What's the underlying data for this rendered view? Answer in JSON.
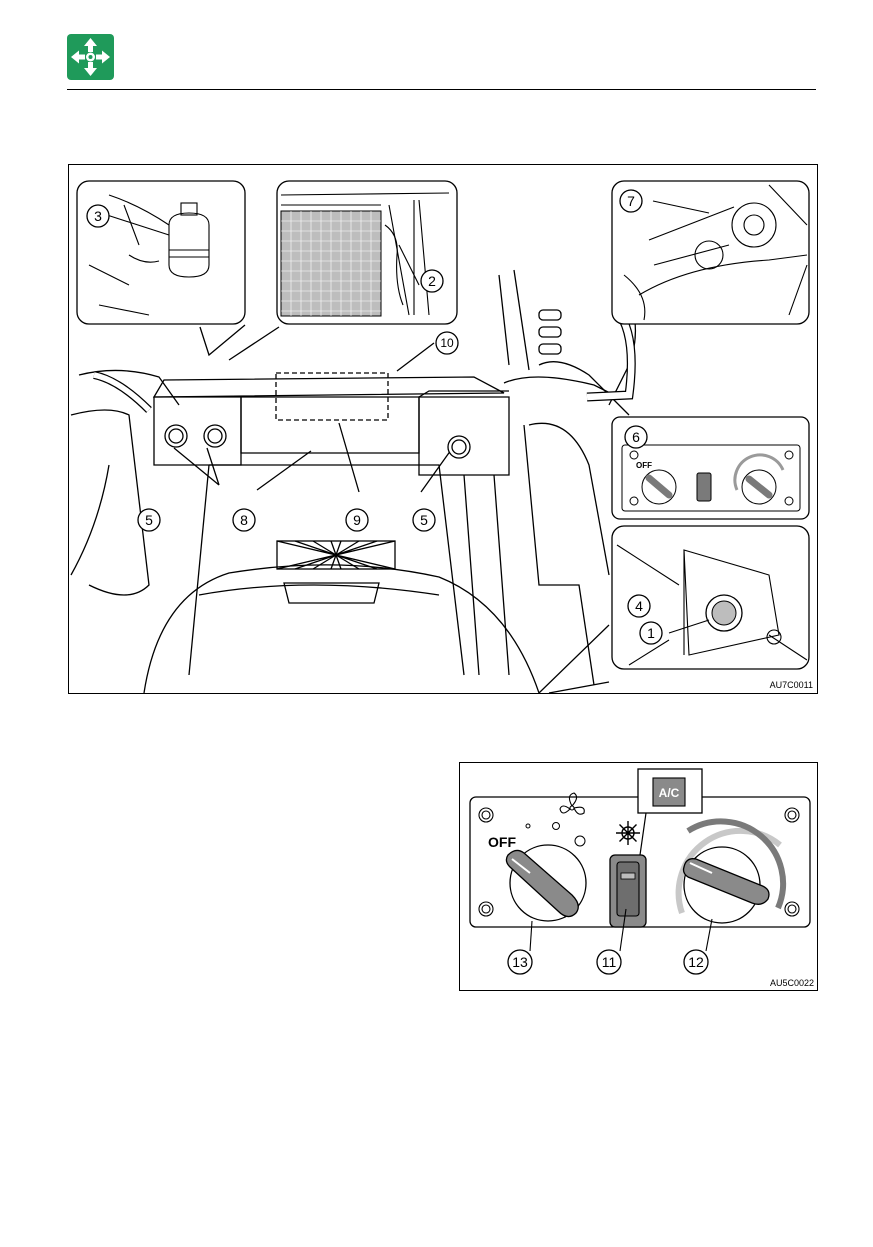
{
  "header": {
    "icon": "four-direction-arrows-icon",
    "icon_color": "#1f9a5a"
  },
  "figure1": {
    "code": "AU7C0011",
    "callouts": [
      "1",
      "2",
      "3",
      "4",
      "5",
      "5",
      "5",
      "6",
      "7",
      "8",
      "9",
      "10"
    ],
    "inset_panel_off_label": "OFF"
  },
  "figure2": {
    "code": "AU5C0022",
    "off_label": "OFF",
    "ac_label": "A/C",
    "callouts": [
      "11",
      "12",
      "13"
    ]
  }
}
